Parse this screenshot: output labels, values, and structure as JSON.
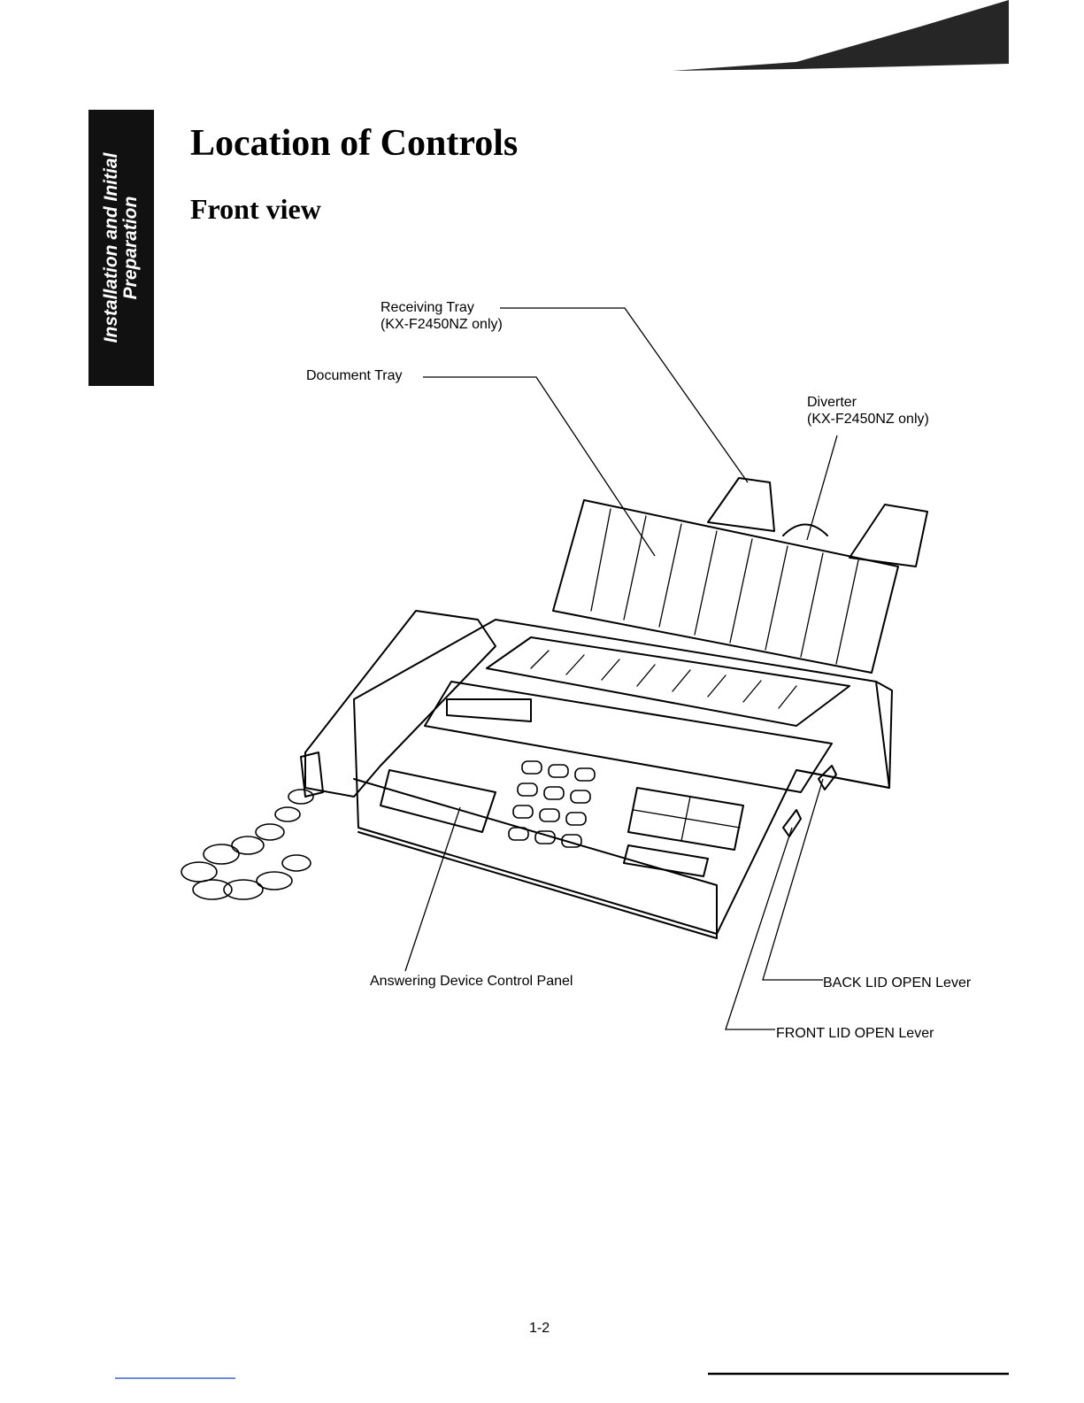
{
  "sidebar": {
    "tab_line1": "Installation and Initial",
    "tab_line2": "Preparation"
  },
  "heading": {
    "title": "Location of Controls",
    "subtitle": "Front view"
  },
  "callouts": {
    "receiving_tray": "Receiving Tray",
    "receiving_tray_note": "(KX-F2450NZ only)",
    "document_tray": "Document Tray",
    "diverter": "Diverter",
    "diverter_note": "(KX-F2450NZ only)",
    "answering_panel": "Answering Device Control Panel",
    "back_lid_lever": "BACK LID OPEN Lever",
    "front_lid_lever": "FRONT LID OPEN Lever"
  },
  "footer": {
    "page_number": "1-2"
  }
}
